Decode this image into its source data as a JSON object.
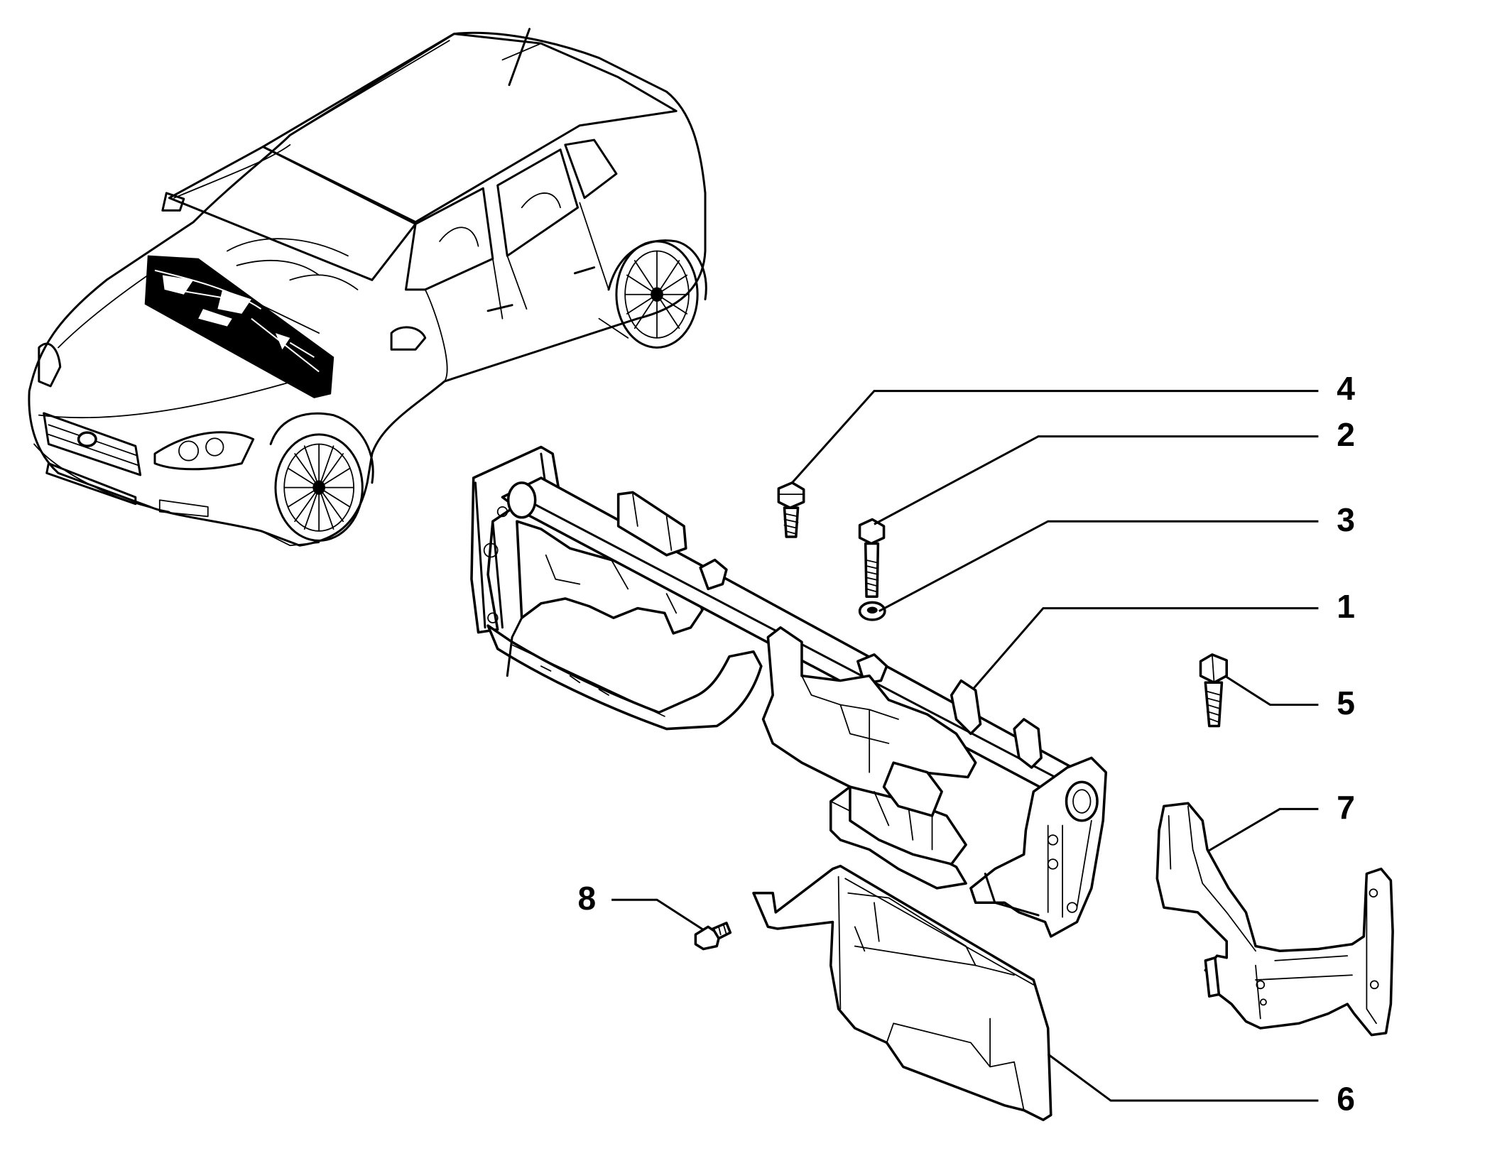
{
  "callouts": [
    {
      "id": "1",
      "label": "1"
    },
    {
      "id": "2",
      "label": "2"
    },
    {
      "id": "3",
      "label": "3"
    },
    {
      "id": "4",
      "label": "4"
    },
    {
      "id": "5",
      "label": "5"
    },
    {
      "id": "6",
      "label": "6"
    },
    {
      "id": "7",
      "label": "7"
    },
    {
      "id": "8",
      "label": "8"
    }
  ],
  "parts": {
    "vehicle": "hatchback-car",
    "crossmember": "dashboard-crossmember",
    "bolt_4": "flange-bolt",
    "bolt_2": "long-bolt",
    "washer_3": "washer",
    "bolt_5": "hex-bolt",
    "shield_6": "lower-cover-panel",
    "bracket_7": "support-bracket",
    "screw_8": "flange-screw"
  },
  "colors": {
    "line": "#000000",
    "background": "#ffffff"
  }
}
